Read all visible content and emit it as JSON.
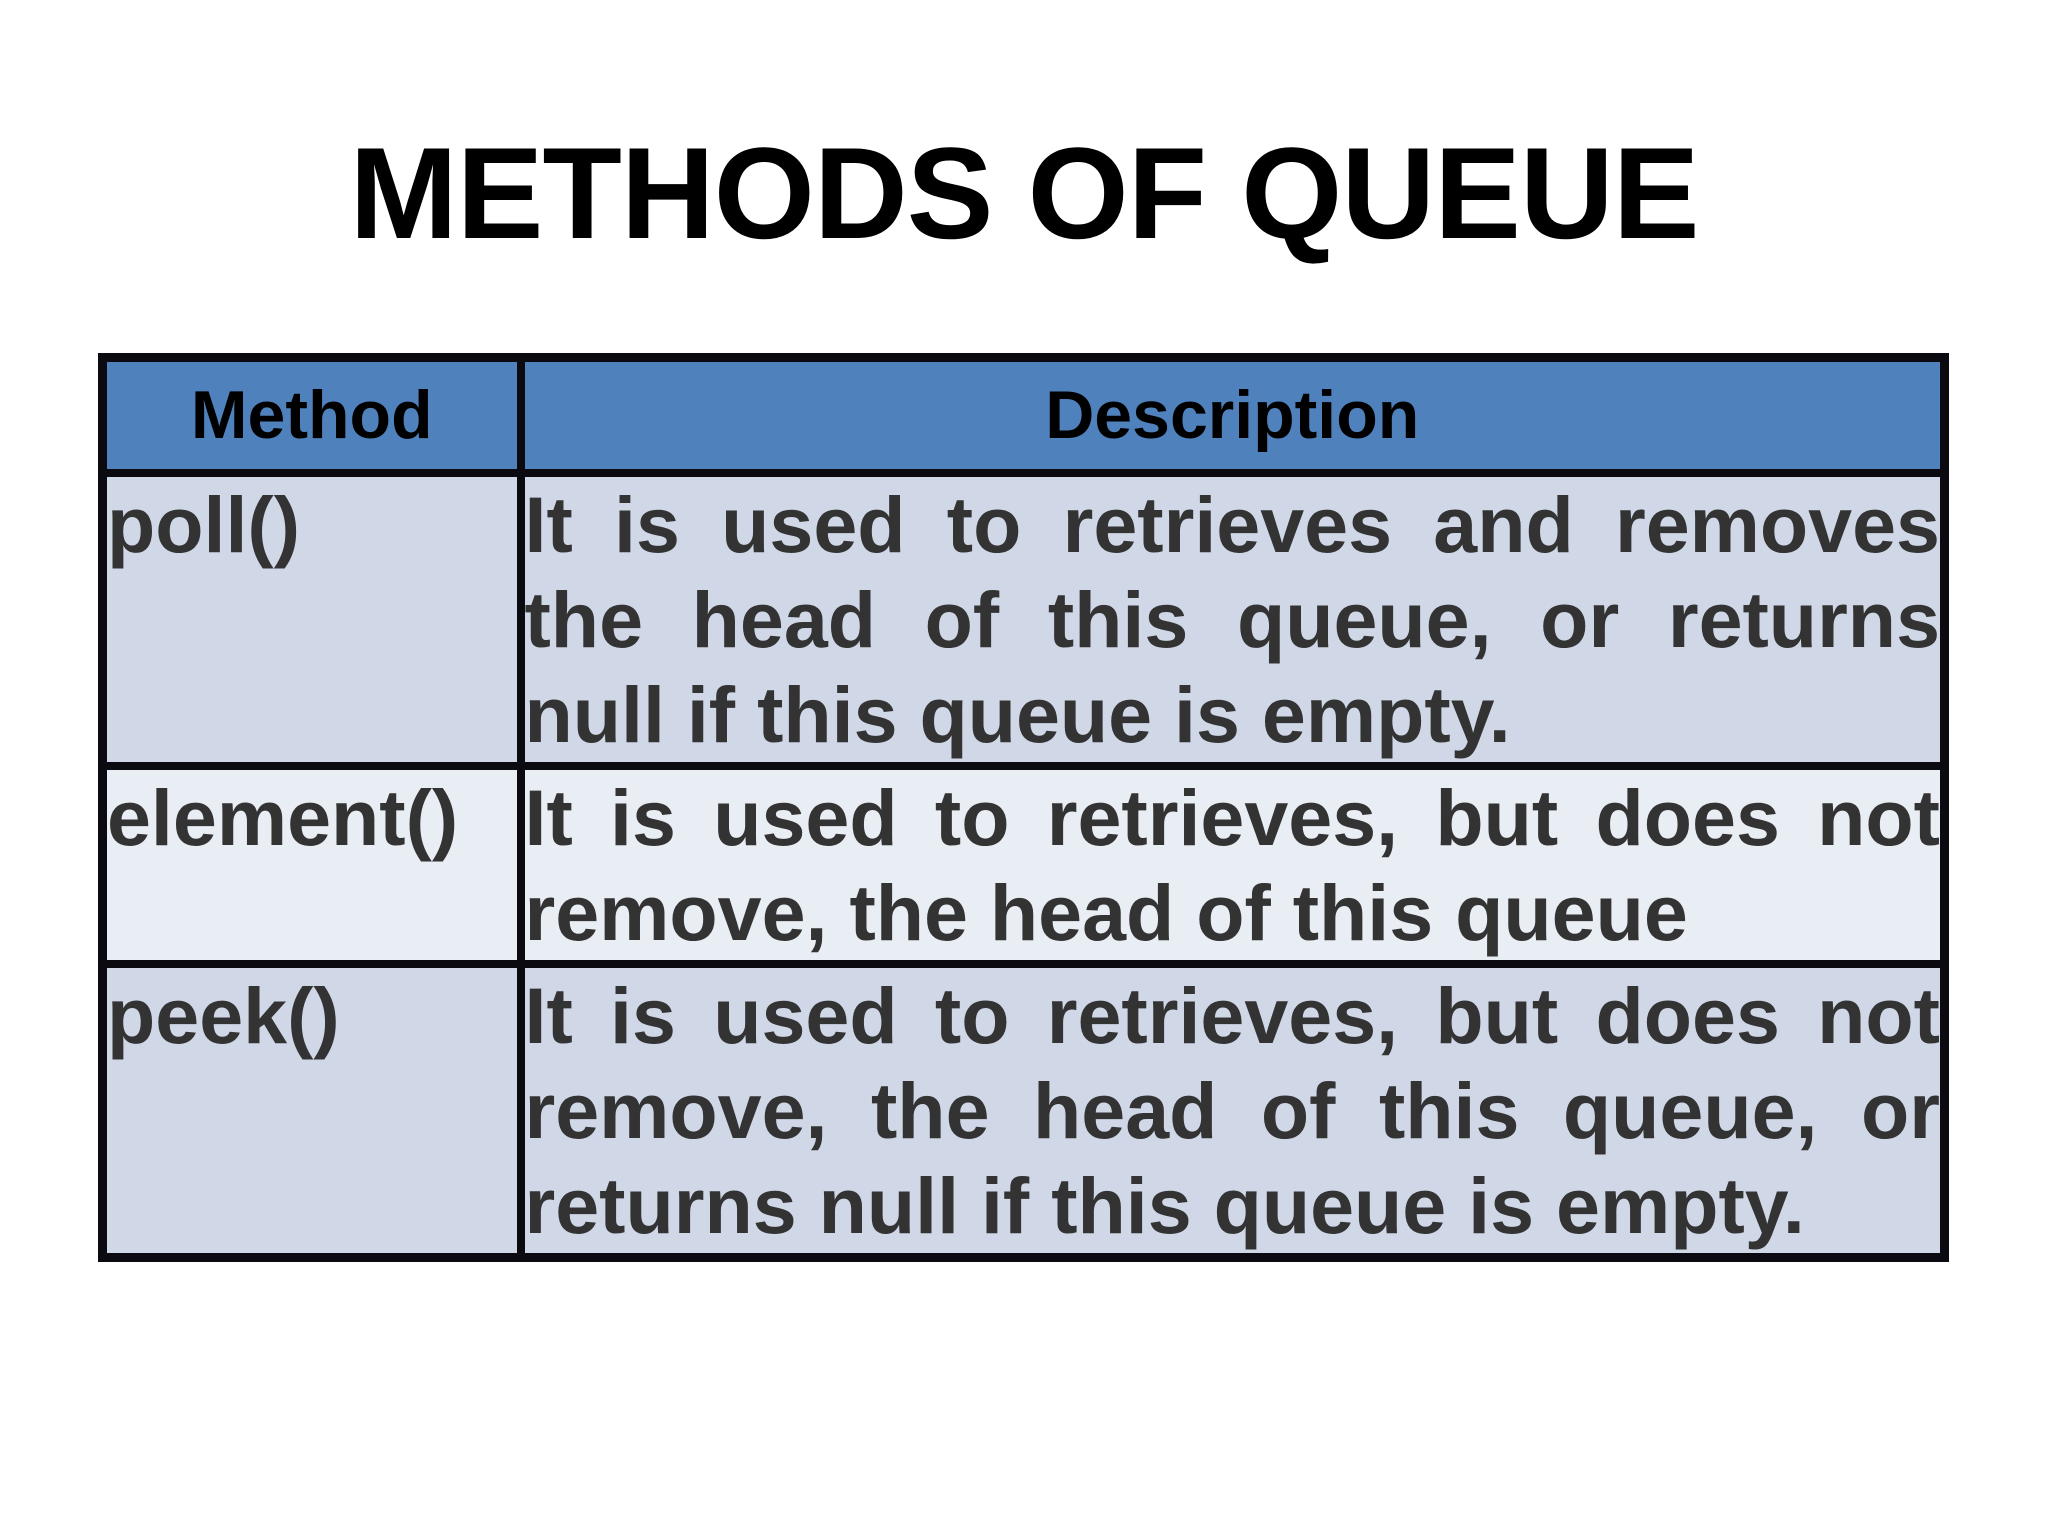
{
  "title": "METHODS OF QUEUE",
  "table": {
    "headers": {
      "method": "Method",
      "description": "Description"
    },
    "rows": [
      {
        "method": "poll()",
        "description": "It is used to retrieves and removes the head of this queue, or returns null if this queue is empty."
      },
      {
        "method": "element()",
        "description": "It is used to retrieves, but does not remove, the head of this queue"
      },
      {
        "method": "peek()",
        "description": "It is used to retrieves, but does not remove, the head of this queue, or returns null if this queue is empty."
      }
    ]
  },
  "colors": {
    "header_bg": "#4f81bd",
    "row_odd_bg": "#d0d8e8",
    "row_even_bg": "#e9edf4",
    "border": "#0a0a10",
    "body_text": "#333333"
  }
}
